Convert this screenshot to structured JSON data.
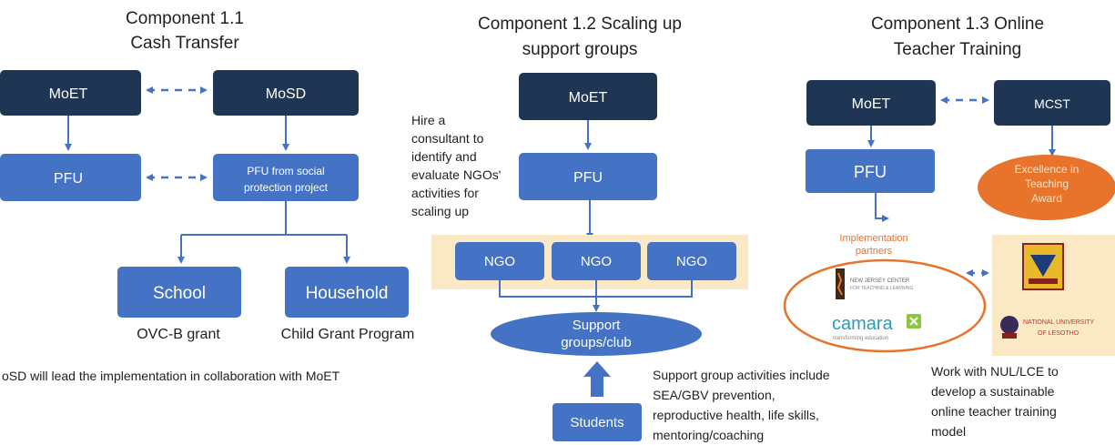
{
  "component_1_1": {
    "title_line1": "Component 1.1",
    "title_line2": "Cash Transfer",
    "moet": "MoET",
    "mosd": "MoSD",
    "pfu": "PFU",
    "pfu_social_line1": "PFU from social",
    "pfu_social_line2": "protection project",
    "school": "School",
    "household": "Household",
    "school_caption": "OVC-B grant",
    "household_caption": "Child Grant Program",
    "footnote": "oSD will lead the implementation in collaboration with MoET"
  },
  "component_1_2": {
    "title_line1": "Component 1.2 Scaling up",
    "title_line2": "support groups",
    "moet": "MoET",
    "pfu": "PFU",
    "consultant_note": [
      "Hire a",
      "consultant to",
      "identify and",
      "evaluate NGOs'",
      "activities for",
      "scaling up"
    ],
    "ngos": [
      "NGO",
      "NGO",
      "NGO"
    ],
    "support_line1": "Support",
    "support_line2": "groups/club",
    "students": "Students",
    "activities_note": [
      "Support group activities include",
      "SEA/GBV prevention,",
      "reproductive health, life skills,",
      "mentoring/coaching"
    ]
  },
  "component_1_3": {
    "title_line1": "Component 1.3 Online",
    "title_line2": "Teacher Training",
    "moet": "MoET",
    "mcst": "MCST",
    "pfu": "PFU",
    "award_line1": "Excellence in",
    "award_line2": "Teaching",
    "award_line3": "Award",
    "partners_line1": "Implementation",
    "partners_line2": "partners",
    "njc_logo_line1": "NEW JERSEY CENTER",
    "njc_logo_line2": "FOR TEACHING & LEARNING",
    "camara": "camara",
    "camara_tagline": "transforming education",
    "nul_line1": "NATIONAL UNIVERSITY",
    "nul_line2": "OF LESOTHO",
    "note": [
      "Work with NUL/LCE to",
      "develop a sustainable",
      "online teacher training",
      "model"
    ]
  },
  "colors": {
    "dark_box": "#1e3553",
    "mid_box": "#4472c4",
    "orange": "#e8732a",
    "highlight_band": "#fbe8c4"
  }
}
